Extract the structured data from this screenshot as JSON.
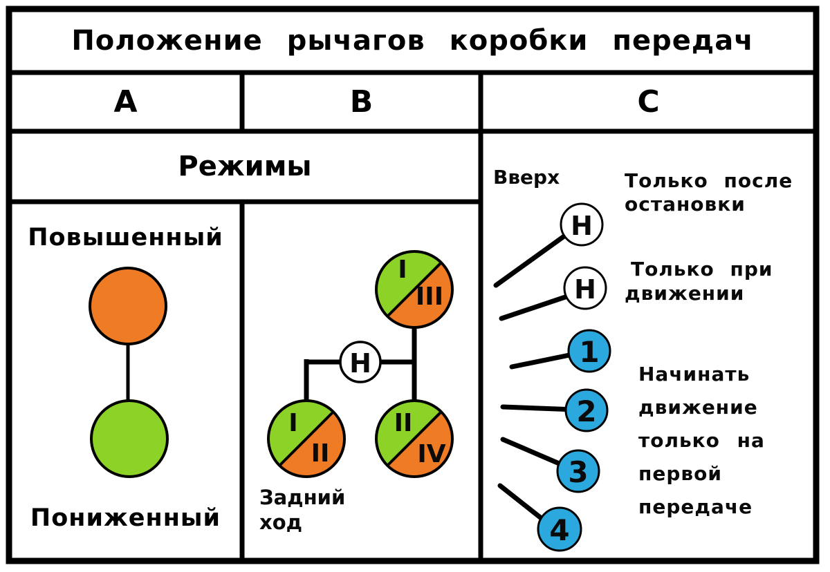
{
  "title": "Положение рычагов коробки передач",
  "column_headers": {
    "a": "A",
    "b": "B",
    "c": "C"
  },
  "modes_header": "Режимы",
  "range_column": {
    "high": "Повышенный",
    "low": "Пониженный"
  },
  "gear_pattern_column": {
    "neutral": "Н",
    "top_circle": {
      "upper": "I",
      "lower": "III"
    },
    "left_circle": {
      "upper": "I",
      "lower": "II"
    },
    "right_circle": {
      "upper": "II",
      "lower": "IV"
    },
    "reverse_label": "Задний\nход"
  },
  "lever_column": {
    "up_label": "Вверх",
    "neutral_1": "Н",
    "neutral_2": "Н",
    "note_after_stop": "Только после\nостановки",
    "note_in_motion": "Только при\nдвижении",
    "gears": [
      "1",
      "2",
      "3",
      "4"
    ],
    "note_start_first": "Начинать\nдвижение\nтолько на\nпервой\nпередаче"
  },
  "colors": {
    "orange": "#EF7C24",
    "green": "#8DD227",
    "blue": "#2BA8DD",
    "ink": "#000000"
  }
}
